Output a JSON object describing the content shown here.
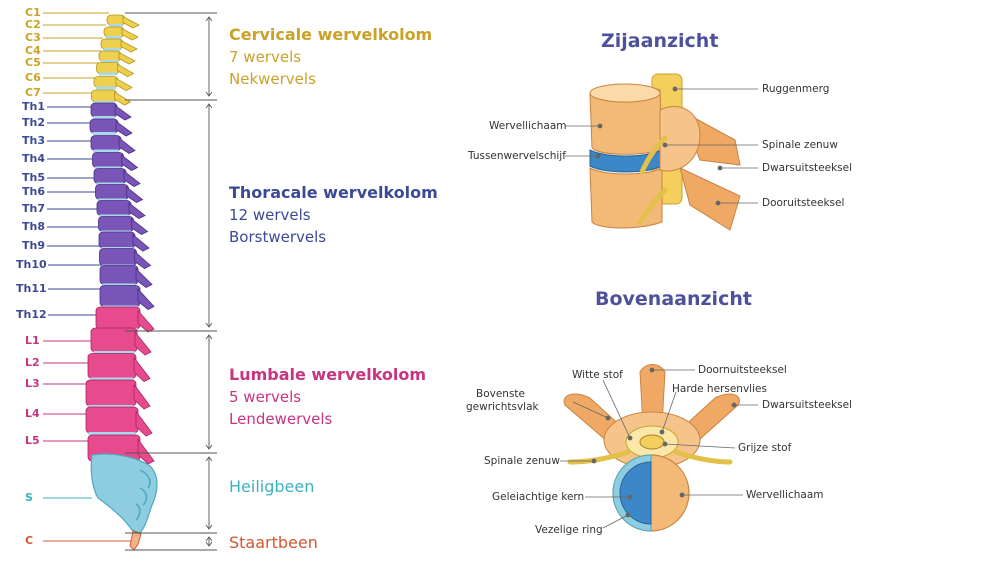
{
  "spine_labels": [
    {
      "text": "C1",
      "color": "#c9a227"
    },
    {
      "text": "C2",
      "color": "#c9a227"
    },
    {
      "text": "C3",
      "color": "#c9a227"
    },
    {
      "text": "C4",
      "color": "#c9a227"
    },
    {
      "text": "C5",
      "color": "#c9a227"
    },
    {
      "text": "C6",
      "color": "#c9a227"
    },
    {
      "text": "C7",
      "color": "#c9a227"
    },
    {
      "text": "Th1",
      "color": "#3b4a95"
    },
    {
      "text": "Th2",
      "color": "#3b4a95"
    },
    {
      "text": "Th3",
      "color": "#3b4a95"
    },
    {
      "text": "Th4",
      "color": "#3b4a95"
    },
    {
      "text": "Th5",
      "color": "#3b4a95"
    },
    {
      "text": "Th6",
      "color": "#3b4a95"
    },
    {
      "text": "Th7",
      "color": "#3b4a95"
    },
    {
      "text": "Th8",
      "color": "#3b4a95"
    },
    {
      "text": "Th9",
      "color": "#3b4a95"
    },
    {
      "text": "Th10",
      "color": "#3b4a95"
    },
    {
      "text": "Th11",
      "color": "#3b4a95"
    },
    {
      "text": "Th12",
      "color": "#3b4a95"
    },
    {
      "text": "L1",
      "color": "#c8347f"
    },
    {
      "text": "L2",
      "color": "#c8347f"
    },
    {
      "text": "L3",
      "color": "#c8347f"
    },
    {
      "text": "L4",
      "color": "#c8347f"
    },
    {
      "text": "L5",
      "color": "#c8347f"
    },
    {
      "text": "S",
      "color": "#3cb2c0"
    },
    {
      "text": "C",
      "color": "#d2572e"
    }
  ],
  "sections": {
    "cervical": {
      "title": "Cervicale wervelkolom",
      "count": "7 wervels",
      "name": "Nekwervels",
      "color": "#c9a227"
    },
    "thoracic": {
      "title": "Thoracale wervelkolom",
      "count": "12 wervels",
      "name": "Borstwervels",
      "color": "#3b4a95"
    },
    "lumbar": {
      "title": "Lumbale wervelkolom",
      "count": "5 wervels",
      "name": "Lendewervels",
      "color": "#c8347f"
    },
    "sacrum": {
      "name": "Heiligbeen",
      "color": "#3cb2c0"
    },
    "coccyx": {
      "name": "Staartbeen",
      "color": "#d2572e"
    }
  },
  "side_view": {
    "title": "Zijaanzicht",
    "labels": {
      "ruggenmerg": "Ruggenmerg",
      "wervellichaam": "Wervellichaam",
      "spinale_zenuw": "Spinale zenuw",
      "tussenwervelschijf": "Tussenwervelschijf",
      "dwarsuitsteeksel": "Dwarsuitsteeksel",
      "dooruitsteeksel": "Dooruitsteeksel"
    }
  },
  "top_view": {
    "title": "Bovenaanzicht",
    "labels": {
      "witte_stof": "Witte stof",
      "doornuitsteeksel": "Doornuitsteeksel",
      "bovenste_1": "Bovenste",
      "bovenste_2": "gewrichtsvlak",
      "harde_hersenvlies": "Harde hersenvlies",
      "dwarsuitsteeksel": "Dwarsuitsteeksel",
      "grijze_stof": "Grijze stof",
      "spinale_zenuw": "Spinale zenuw",
      "geleiachtige_kern": "Geleiachtige kern",
      "wervellichaam": "Wervellichaam",
      "vezelige_ring": "Vezelige ring"
    }
  }
}
